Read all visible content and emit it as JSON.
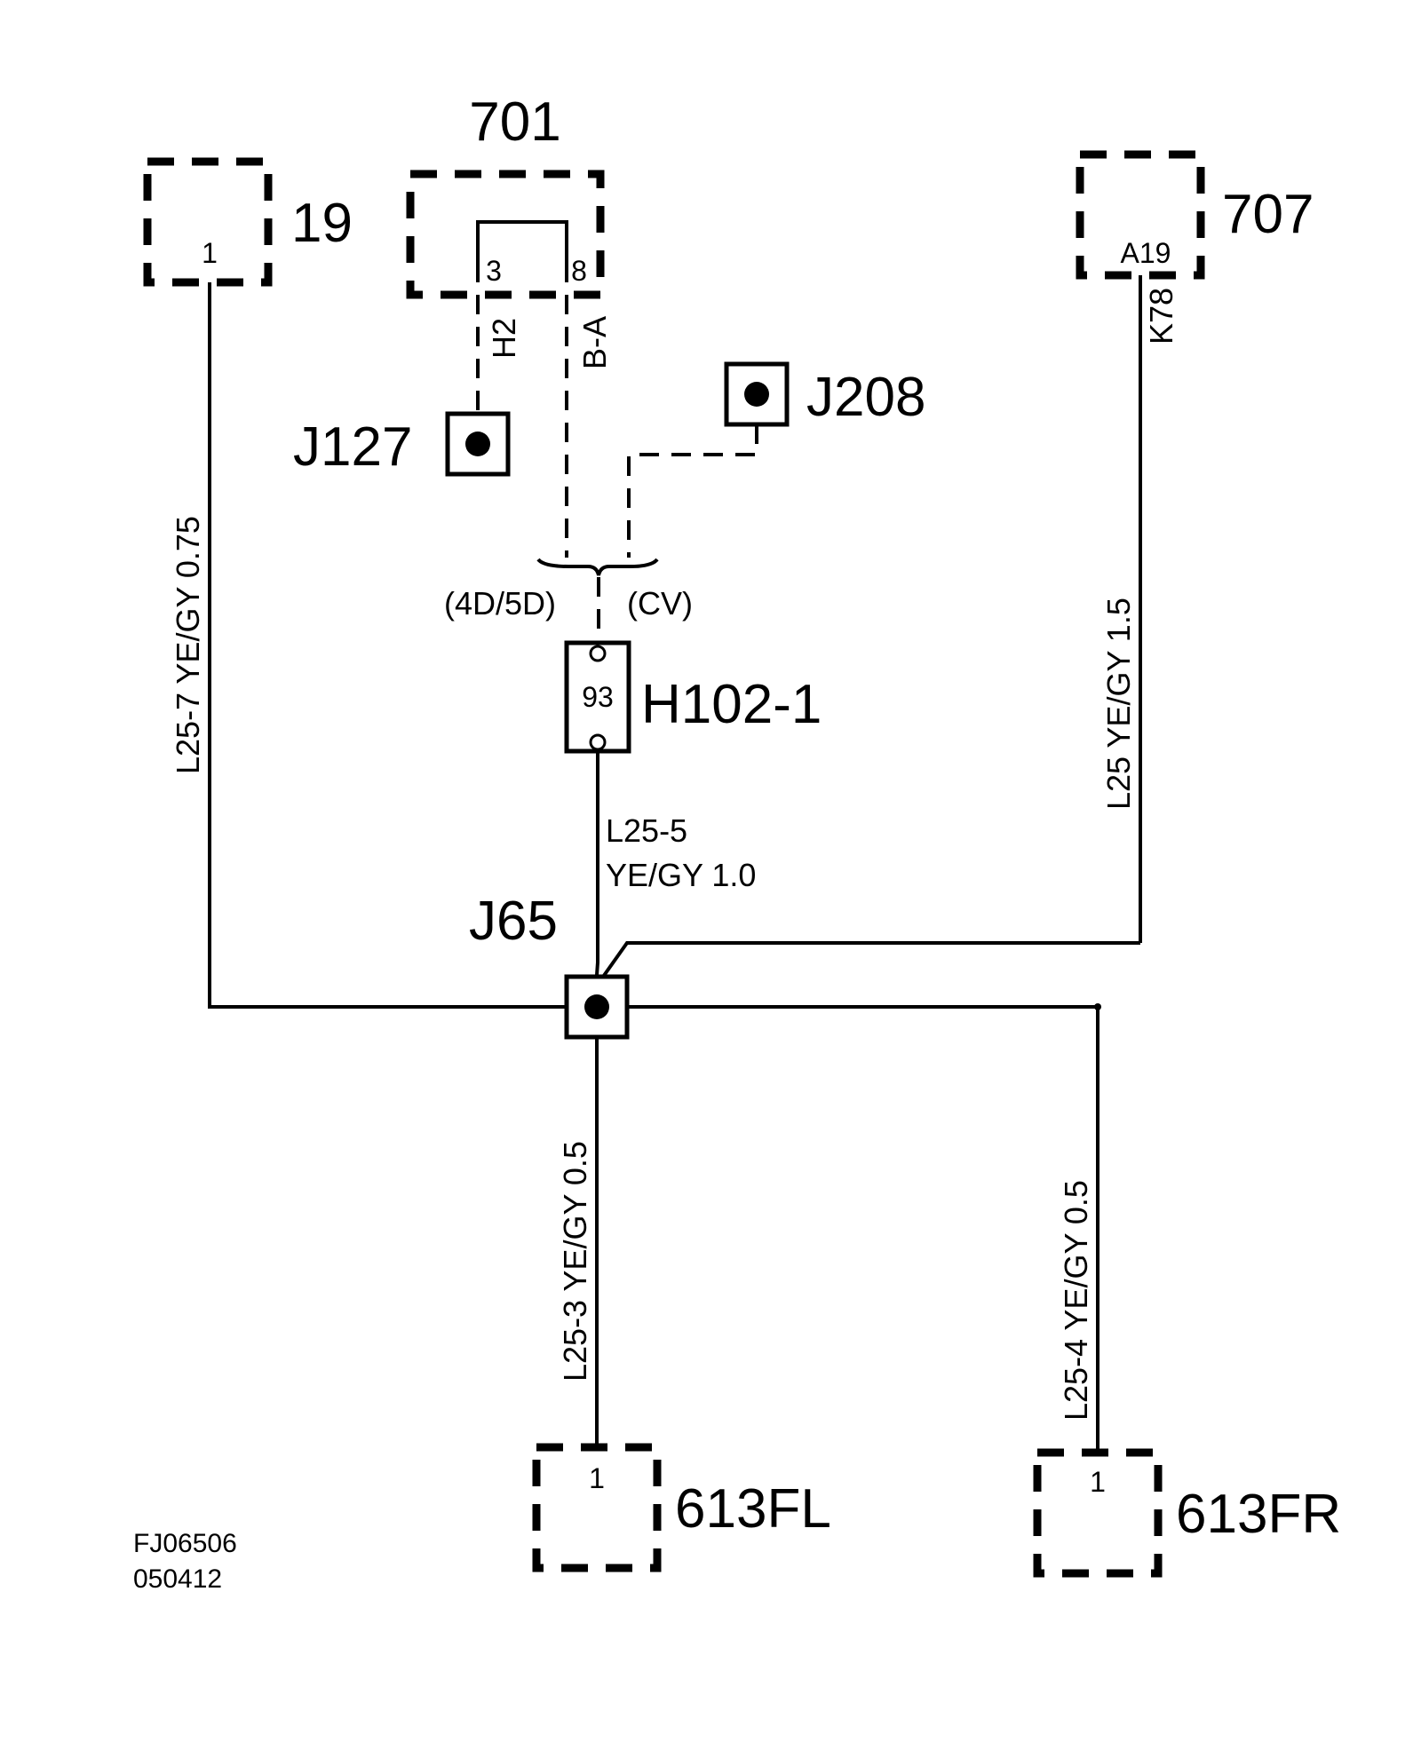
{
  "components": {
    "c19": {
      "name": "19",
      "pin": "1"
    },
    "c701": {
      "name": "701",
      "pin_a": "3",
      "pin_b": "8"
    },
    "c707": {
      "name": "707",
      "pin": "A19"
    },
    "c613fl": {
      "name": "613FL",
      "pin": "1"
    },
    "c613fr": {
      "name": "613FR",
      "pin": "1"
    }
  },
  "splices": {
    "j127": "J127",
    "j208": "J208",
    "j65": "J65"
  },
  "connector_h102": {
    "name": "H102-1",
    "pin": "93"
  },
  "variants": {
    "left": "(4D/5D)",
    "right": "(CV)"
  },
  "wires": {
    "w701_pin3": "H2",
    "w701_pin8": "B-A",
    "w707": "K78",
    "w19": "L25-7  YE/GY  0.75",
    "wL25": "L25  YE/GY  1.5",
    "wL25_5_a": "L25-5",
    "wL25_5_b": "YE/GY   1.0",
    "wL25_3": "L25-3  YE/GY  0.5",
    "wL25_4": "L25-4      YE/GY  0.5"
  },
  "footer": {
    "code": "FJ06506",
    "date": "050412"
  }
}
